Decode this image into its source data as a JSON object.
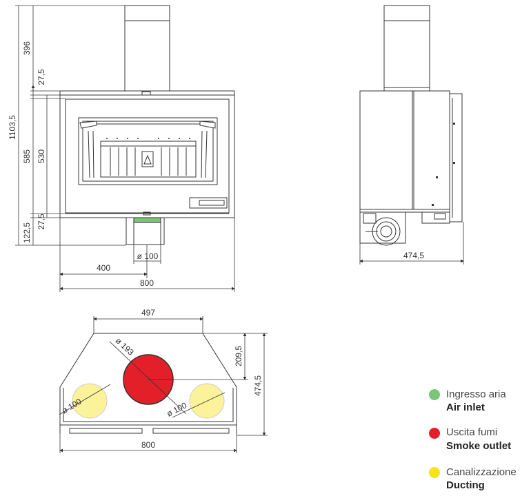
{
  "front_view": {
    "dims": {
      "flue_height": "396",
      "top_gap": "27,5",
      "total_height": "1103,5",
      "body_height": "585",
      "door_height": "530",
      "bottom_gap": "27,5",
      "base_height": "122,5",
      "inlet_diameter": "ø 100",
      "half_width": "400",
      "total_width": "800"
    }
  },
  "side_view": {
    "dims": {
      "depth": "474,5"
    }
  },
  "top_view": {
    "dims": {
      "rear_width": "497",
      "smoke_offset": "209,5",
      "depth": "474,5",
      "smoke_diameter": "ø 193",
      "duct_left_diameter": "ø 100",
      "duct_right_diameter": "ø 100",
      "width": "800"
    }
  },
  "legend": [
    {
      "it": "Ingresso aria",
      "en": "Air inlet",
      "color": "#7cc576"
    },
    {
      "it": "Uscita fumi",
      "en": "Smoke outlet",
      "color": "#e3202a"
    },
    {
      "it": "Canalizzazione",
      "en": "Ducting",
      "color": "#f5e320"
    }
  ],
  "colors": {
    "line": "#333333",
    "air_inlet": "#7cc576",
    "smoke_outlet": "#e3202a",
    "ducting": "#f5e320",
    "ducting_fill": "#fbf29a"
  }
}
